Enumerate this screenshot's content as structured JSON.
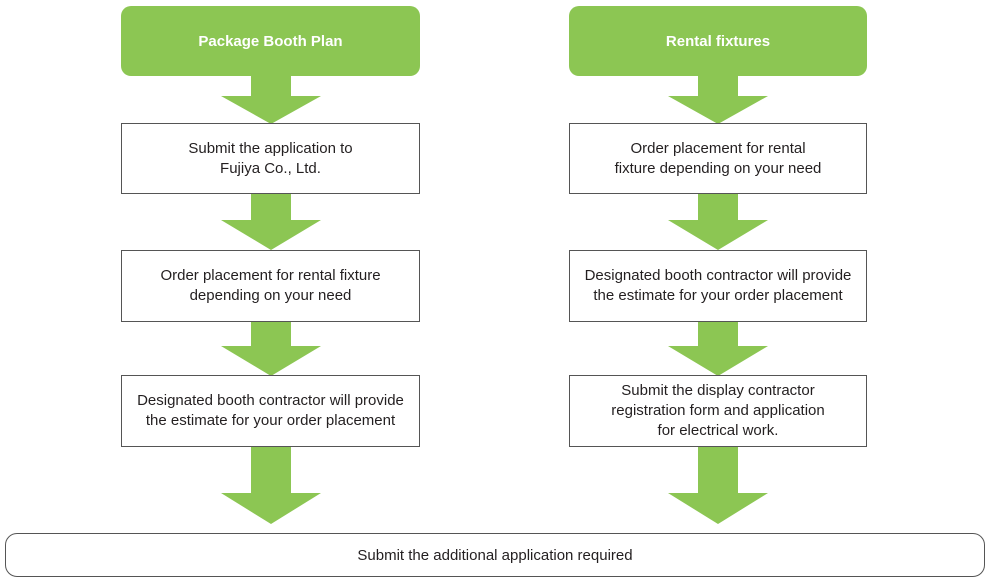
{
  "theme": {
    "accent": "#8cc653",
    "border": "#555555"
  },
  "columns": [
    {
      "header": "Package Booth Plan",
      "steps": [
        "Submit the application to\nFujiya Co., Ltd.",
        "Order placement for rental fixture\ndepending on your need",
        "Designated booth contractor will provide\nthe estimate for your order placement"
      ]
    },
    {
      "header": "Rental fixtures",
      "steps": [
        "Order placement for rental\nfixture depending on your need",
        "Designated booth contractor will provide\nthe estimate for your order placement",
        "Submit the display contractor\nregistration form and application\nfor electrical work."
      ]
    }
  ],
  "final_step": "Submit the additional application required"
}
